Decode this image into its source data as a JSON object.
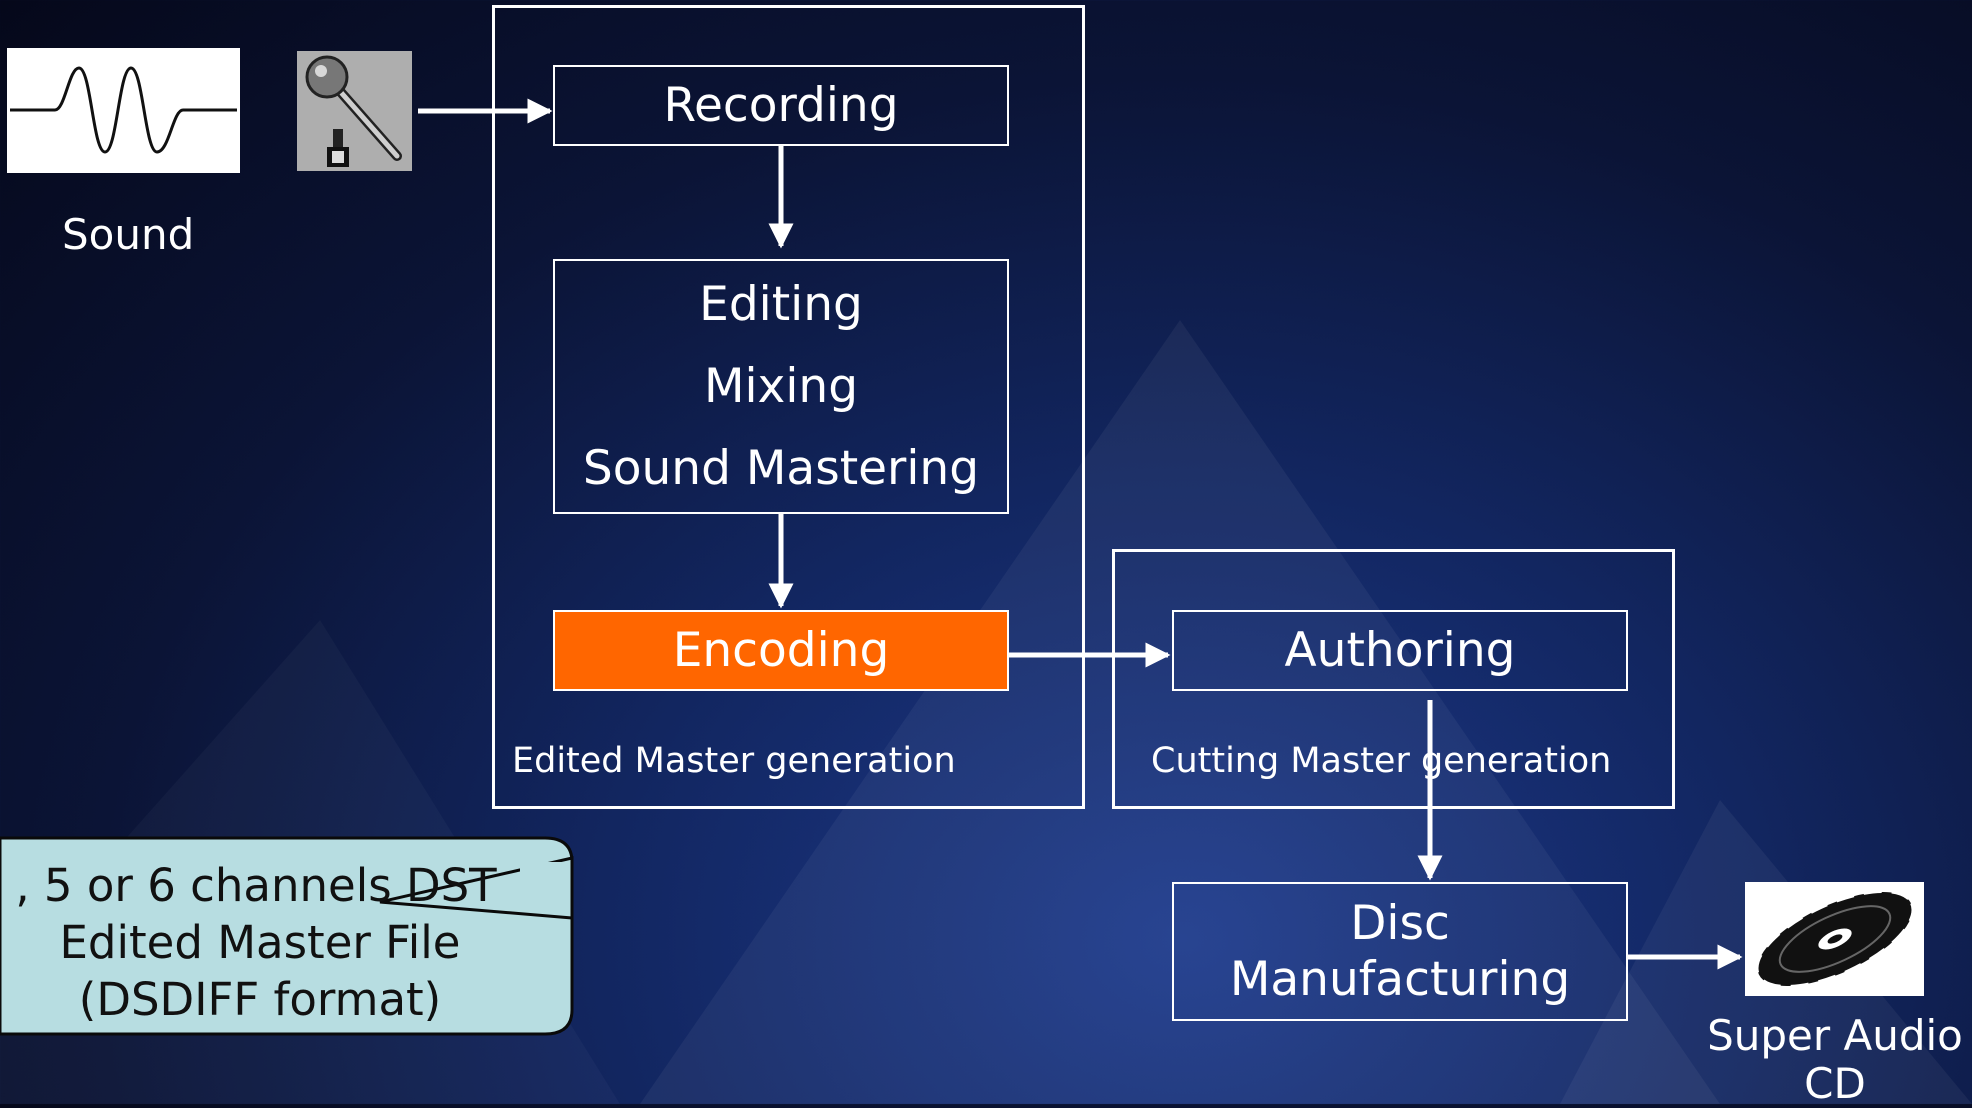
{
  "sources": {
    "sound_label": "Sound",
    "waveform_icon": "sine-wave-icon",
    "microphone_icon": "microphone-icon"
  },
  "edited_master": {
    "caption": "Edited Master generation",
    "recording": "Recording",
    "editing": "Editing",
    "mixing": "Mixing",
    "sound_mastering": "Sound Mastering",
    "encoding": "Encoding"
  },
  "cutting_master": {
    "caption": "Cutting Master generation",
    "authoring": "Authoring"
  },
  "disc": {
    "line1": "Disc",
    "line2": "Manufacturing"
  },
  "output": {
    "label_line1": "Super Audio",
    "label_line2": "CD",
    "icon": "disc-icon"
  },
  "callout": {
    "line1": ", 5 or 6 channels DST",
    "line2": "Edited Master File",
    "line3": "(DSDIFF format)"
  },
  "colors": {
    "encoding_fill": "#ff6600",
    "callout_fill": "#b7dde1",
    "frame_color": "#ffffff"
  }
}
